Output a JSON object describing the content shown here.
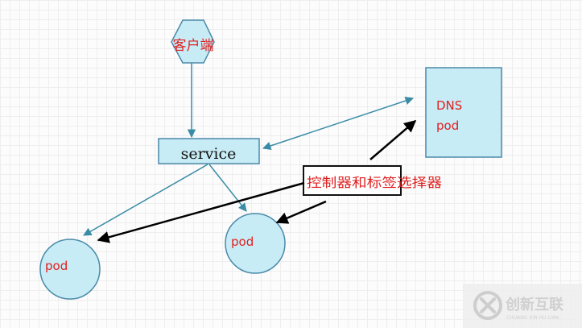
{
  "nodes": {
    "client": {
      "label": "客户端"
    },
    "service": {
      "label": "service"
    },
    "dns": {
      "line1": "DNS",
      "line2": "pod"
    },
    "pod_left": {
      "label": "pod"
    },
    "pod_mid": {
      "label": "pod"
    }
  },
  "annotation": {
    "label": "控制器和标签选择器"
  },
  "watermark": {
    "main": "创新互联",
    "sub": "CHUANG XIN HU LIAN"
  },
  "colors": {
    "shape_fill": "#c8ecf6",
    "shape_stroke": "#4a8aa8",
    "arrow_teal": "#3a8ca6",
    "text_red": "#e02020",
    "arrow_black": "#000000",
    "watermark": "#c9c9c9"
  }
}
